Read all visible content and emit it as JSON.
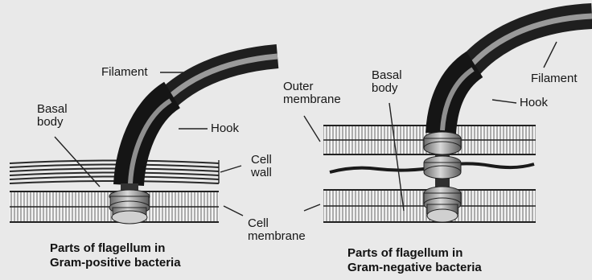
{
  "left_panel": {
    "labels": {
      "filament": "Filament",
      "basal_body_line1": "Basal",
      "basal_body_line2": "body",
      "hook": "Hook",
      "cell_wall_line1": "Cell",
      "cell_wall_line2": "wall",
      "cell_membrane_line1": "Cell",
      "cell_membrane_line2": "membrane"
    },
    "caption_line1": "Parts of flagellum in",
    "caption_line2": "Gram-positive bacteria"
  },
  "right_panel": {
    "labels": {
      "outer_membrane_line1": "Outer",
      "outer_membrane_line2": "membrane",
      "basal_body_line1": "Basal",
      "basal_body_line2": "body",
      "filament": "Filament",
      "hook": "Hook"
    },
    "caption_line1": "Parts of flagellum in",
    "caption_line2": "Gram-negative bacteria"
  },
  "colors": {
    "background": "#e9e9e9",
    "ink": "#161616",
    "filament_dark": "#2a2a2a",
    "filament_light": "#9a9a9a",
    "membrane_fill": "#f4f4f4"
  }
}
